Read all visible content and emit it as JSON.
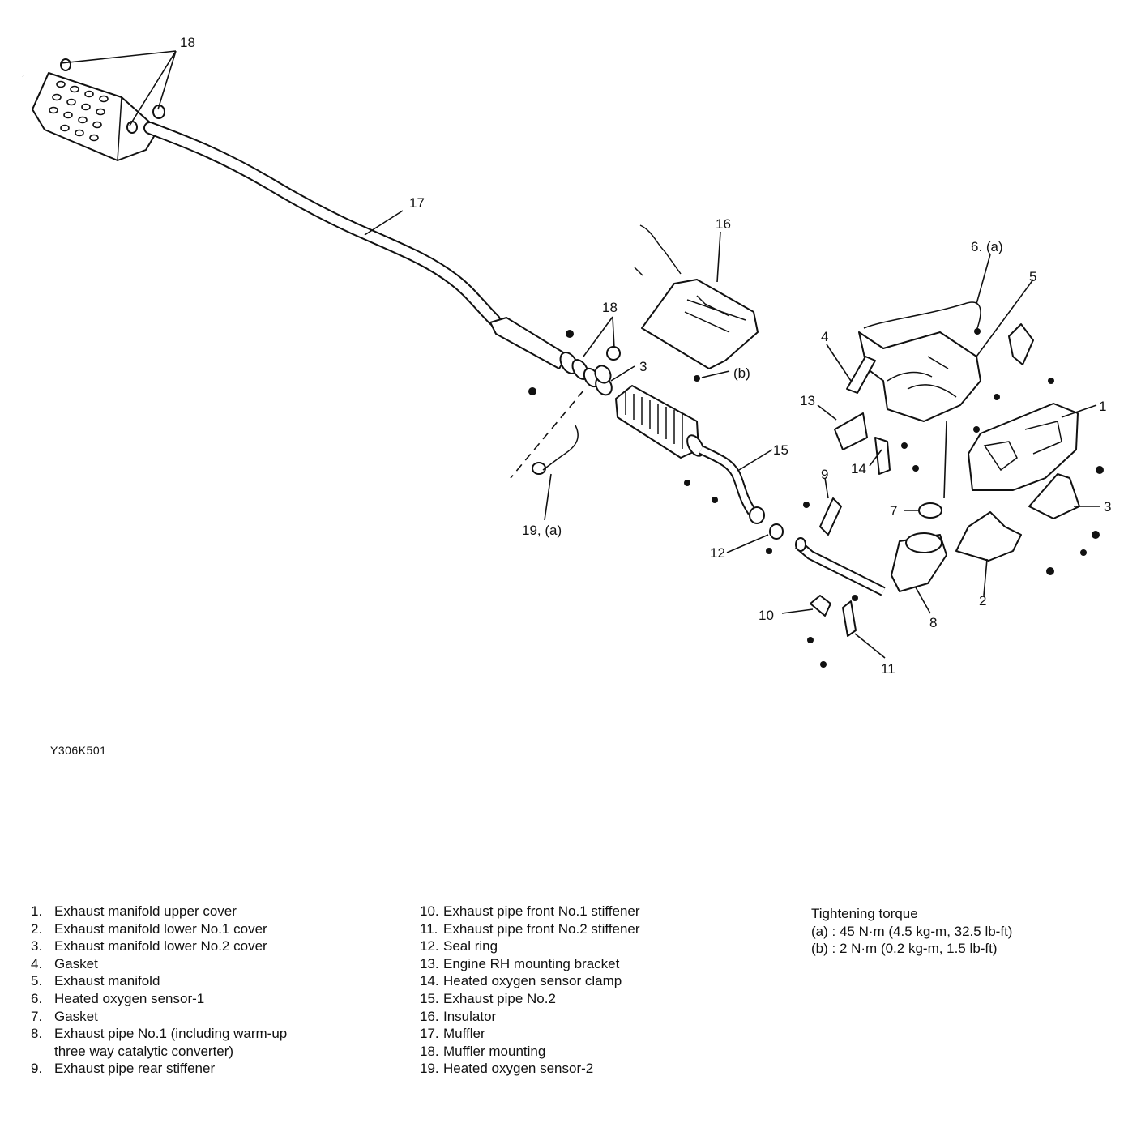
{
  "drawing_code": "Y306K501",
  "callouts": {
    "c1": "1",
    "c2": "2",
    "c3": "3",
    "c3b": "3",
    "c4": "4",
    "c5": "5",
    "c6": "6. (a)",
    "c7": "7",
    "c8": "8",
    "c9": "9",
    "c10": "10",
    "c11": "11",
    "c12": "12",
    "c13": "13",
    "c14": "14",
    "c15": "15",
    "c16": "16",
    "c16b": "(b)",
    "c17": "17",
    "c18a": "18",
    "c18b": "18",
    "c19": "19, (a)"
  },
  "legend": [
    {
      "num": "1.",
      "label": "Exhaust manifold upper cover"
    },
    {
      "num": "2.",
      "label": "Exhaust manifold lower No.1 cover"
    },
    {
      "num": "3.",
      "label": "Exhaust manifold lower No.2 cover"
    },
    {
      "num": "4.",
      "label": "Gasket"
    },
    {
      "num": "5.",
      "label": "Exhaust manifold"
    },
    {
      "num": "6.",
      "label": "Heated oxygen sensor-1"
    },
    {
      "num": "7.",
      "label": "Gasket"
    },
    {
      "num": "8.",
      "label": "Exhaust pipe No.1 (including warm-up\nthree way catalytic converter)"
    },
    {
      "num": "9.",
      "label": "Exhaust pipe rear stiffener"
    },
    {
      "num": "10.",
      "label": "Exhaust pipe front No.1 stiffener"
    },
    {
      "num": "11.",
      "label": "Exhaust pipe front No.2 stiffener"
    },
    {
      "num": "12.",
      "label": "Seal ring"
    },
    {
      "num": "13.",
      "label": "Engine RH mounting bracket"
    },
    {
      "num": "14.",
      "label": "Heated oxygen sensor clamp"
    },
    {
      "num": "15.",
      "label": "Exhaust pipe No.2"
    },
    {
      "num": "16.",
      "label": "Insulator"
    },
    {
      "num": "17.",
      "label": "Muffler"
    },
    {
      "num": "18.",
      "label": "Muffler mounting"
    },
    {
      "num": "19.",
      "label": "Heated oxygen sensor-2"
    }
  ],
  "torque": {
    "title": "Tightening torque",
    "a": "(a) : 45 N·m (4.5 kg-m, 32.5 lb-ft)",
    "b": "(b) : 2 N·m (0.2 kg-m, 1.5 lb-ft)"
  }
}
